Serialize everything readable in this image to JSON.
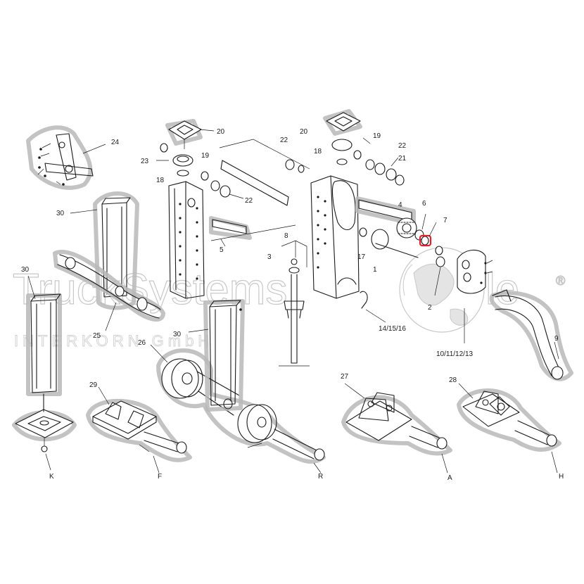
{
  "watermark": {
    "brand_a": "TruckSystems",
    "brand_b": "le",
    "registered": "®",
    "company": "INTERKORN GmbH"
  },
  "part_labels": {
    "p1": "1",
    "p2": "2",
    "p3": "3",
    "p4": "4",
    "p5": "5",
    "p6": "6",
    "p7": "7",
    "p8": "8",
    "p9": "9",
    "p10": "10/11/12/13",
    "p14": "14/15/16",
    "p17": "17",
    "p18a": "18",
    "p18b": "18",
    "p19a": "19",
    "p19b": "19",
    "p20a": "20",
    "p20b": "20",
    "p21": "21",
    "p22a": "22",
    "p22b": "22",
    "p22c": "22",
    "p23": "23",
    "p24": "24",
    "p25": "25",
    "p26": "26",
    "p27": "27",
    "p28": "28",
    "p29": "29",
    "p30a": "30",
    "p30b": "30",
    "p30c": "30"
  },
  "variant_labels": {
    "k": "K",
    "f": "F",
    "r": "R",
    "a": "A",
    "h": "H"
  },
  "highlight": {
    "part": "7",
    "color": "#e0202a"
  }
}
